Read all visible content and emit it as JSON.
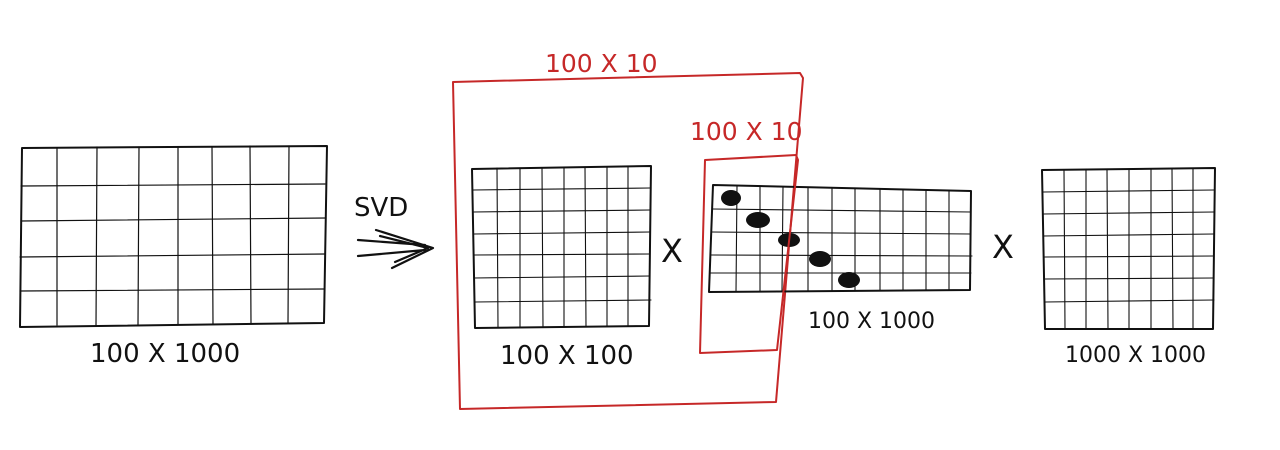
{
  "labels": {
    "input_matrix": "100 X 1000",
    "operation": "SVD",
    "u_matrix": "100 X 100",
    "truncated_u": "100 X 10",
    "truncated_sigma": "100 X 10",
    "sigma_matrix": "100 X 1000",
    "v_matrix": "1000 X 1000",
    "times_1": "X",
    "times_2": "X"
  },
  "colors": {
    "ink": "#111111",
    "highlight": "#c62828"
  }
}
